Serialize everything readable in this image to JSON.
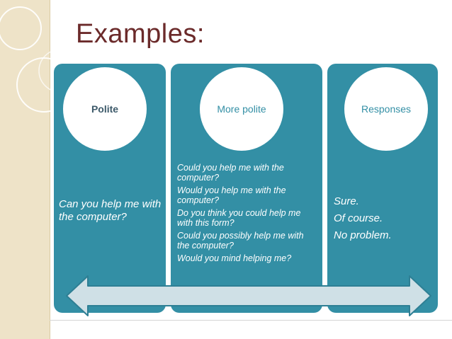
{
  "title": "Examples:",
  "columns": [
    {
      "heading": "Polite",
      "lines": [
        "Can you help me with the computer?"
      ]
    },
    {
      "heading": "More polite",
      "lines": [
        "Could you help me with the computer?",
        "Would you help me with the computer?",
        "Do you think you could help me with this form?",
        "Could you possibly help me with the computer?",
        "Would you mind helping me?"
      ]
    },
    {
      "heading": "Responses",
      "lines": [
        "Sure.",
        "Of course.",
        "No problem."
      ]
    }
  ],
  "colors": {
    "panel": "#338fa5",
    "title": "#6b2a2a",
    "sidebar": "#eee3c8",
    "arrow": "#cfe0e6"
  },
  "icons": [
    "double-headed-arrow"
  ]
}
